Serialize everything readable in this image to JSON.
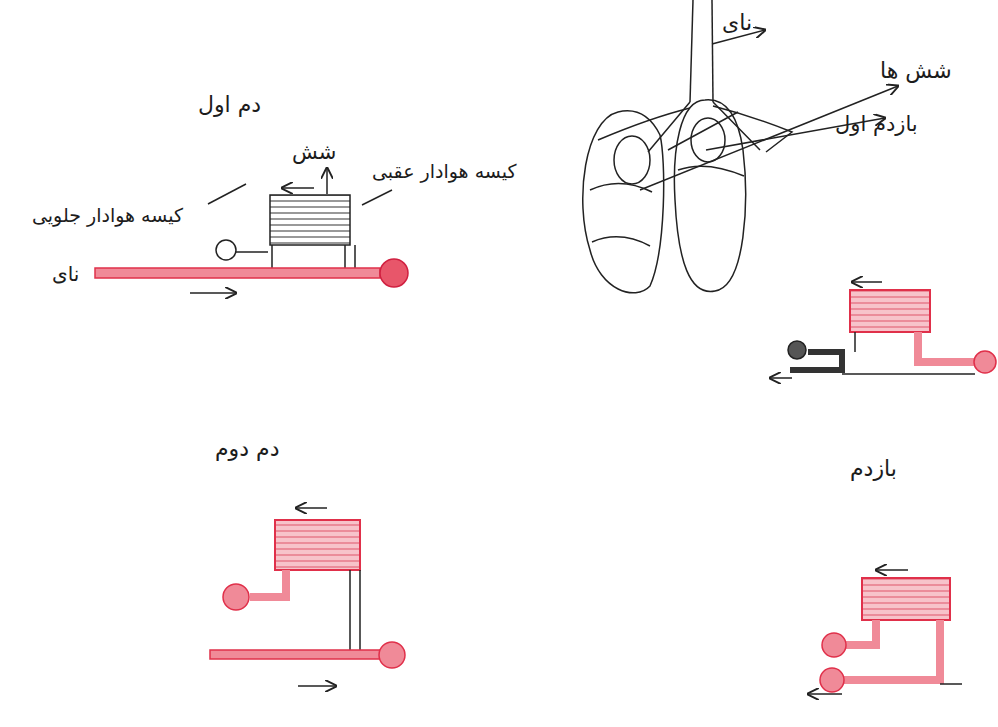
{
  "diagram": {
    "labels": [
      "نای",
      "شش ها",
      "دم اول",
      "بازدم اول",
      "شش",
      "کیسه هوادار عقبی",
      "کیسه هوادار جلویی",
      "نای",
      "دم دوم",
      "بازدم"
    ]
  }
}
